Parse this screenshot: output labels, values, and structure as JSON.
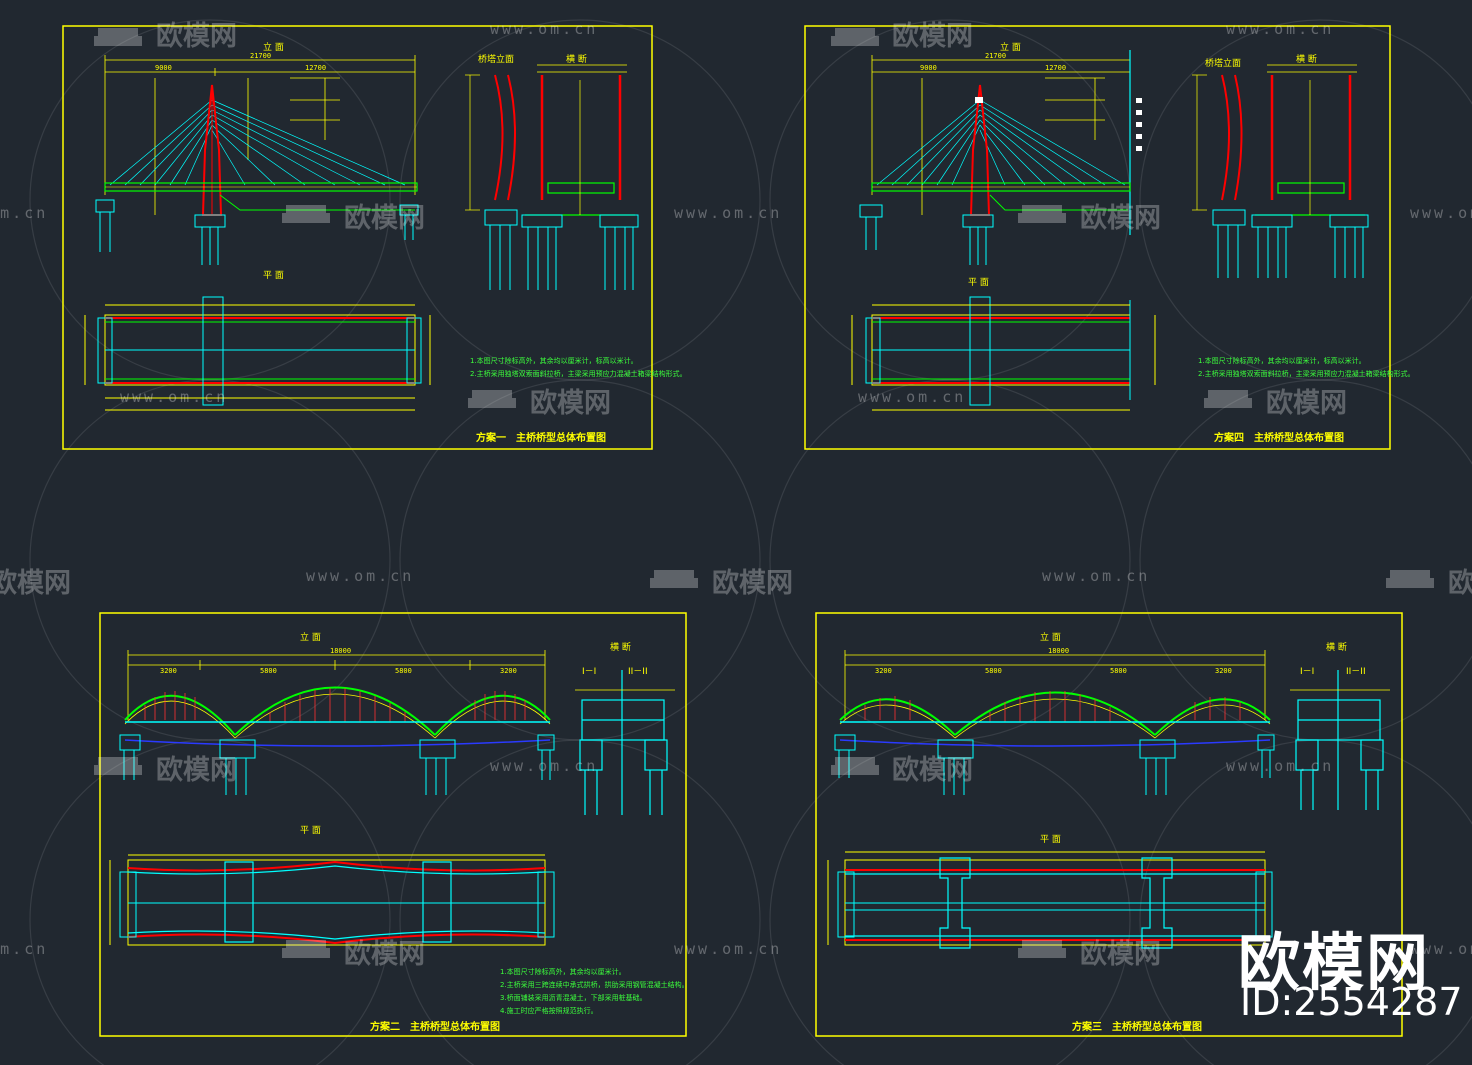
{
  "watermark": {
    "site": "www.om.cn",
    "brand": "欧模网",
    "logo_brand": "欧模网",
    "logo_id": "ID:2554287"
  },
  "sheets": [
    {
      "id": "sheet-1",
      "title": "方案一　主桥桥型总体布置图",
      "views": [
        "立 面",
        "平 面",
        "桥塔立面",
        "横 断"
      ],
      "dims": {
        "total": "21700",
        "left": "9000",
        "right": "12700"
      },
      "notes": [
        "1.本图尺寸除标高外，其余均以厘米计，标高以米计。",
        "2.主桥采用独塔双索面斜拉桥，主梁采用预应力混凝土箱梁结构形式。"
      ]
    },
    {
      "id": "sheet-2",
      "title": "方案四　主桥桥型总体布置图",
      "views": [
        "立 面",
        "平 面",
        "桥塔立面",
        "横 断"
      ],
      "dims": {
        "total": "21700",
        "left": "9000",
        "right": "12700"
      },
      "notes": [
        "1.本图尺寸除标高外，其余均以厘米计，标高以米计。",
        "2.主桥采用独塔双索面斜拉桥，主梁采用预应力混凝土箱梁结构形式。"
      ]
    },
    {
      "id": "sheet-3",
      "title": "方案二　主桥桥型总体布置图",
      "views": [
        "立 面",
        "平 面",
        "横 断",
        "I－I",
        "II－II"
      ],
      "dims": {
        "total": "18000",
        "spans": [
          "3200",
          "5800",
          "5800",
          "3200"
        ]
      },
      "notes": [
        "1.本图尺寸除标高外，其余均以厘米计。",
        "2.主桥采用三跨连续中承式拱桥，拱肋采用钢管混凝土结构。",
        "3.桥面铺装采用沥青混凝土，下部采用桩基础。",
        "4.施工时应严格按照规范执行。"
      ]
    },
    {
      "id": "sheet-4",
      "title": "方案三　主桥桥型总体布置图",
      "views": [
        "立 面",
        "平 面",
        "横 断",
        "I－I",
        "II－II"
      ],
      "dims": {
        "total": "18000",
        "spans": [
          "3200",
          "5800",
          "5800",
          "3200"
        ]
      },
      "notes": []
    }
  ],
  "colors": {
    "background": "#212830",
    "frame": "#ffff00",
    "cyan": "#00ffff",
    "green": "#00ff00",
    "red": "#ff0000",
    "blue": "#0000ff",
    "white": "#ffffff"
  }
}
